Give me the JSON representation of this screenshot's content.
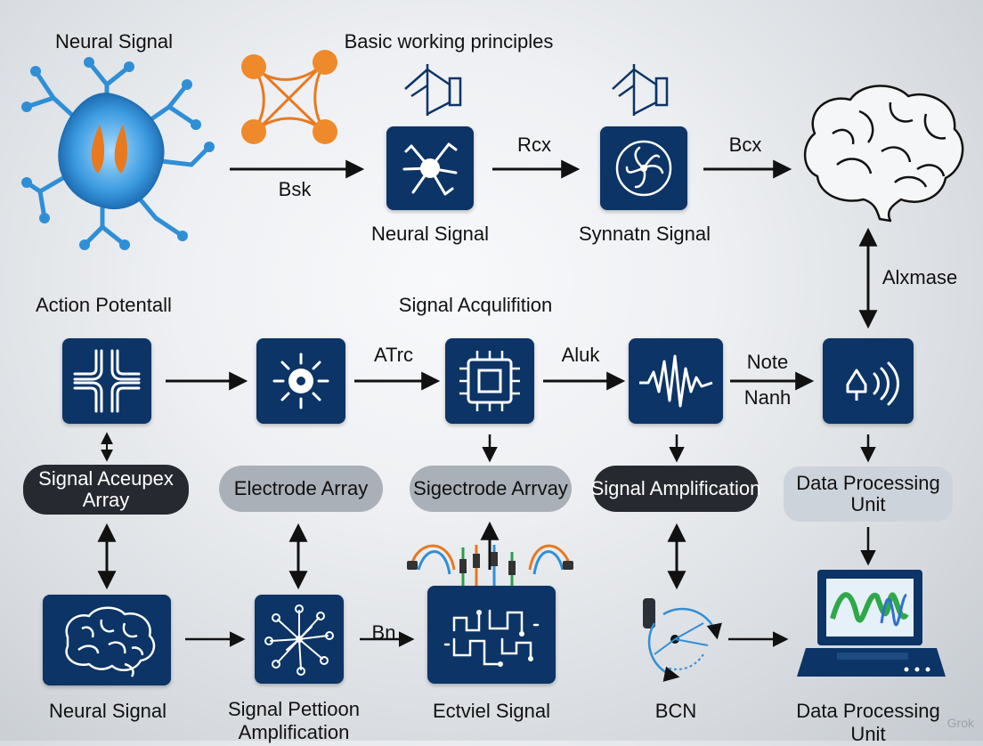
{
  "title": "Basic working principles",
  "labels": {
    "neural_signal_top": "Neural Signal",
    "bsk": "Bsk",
    "rcx": "Rcx",
    "bcx": "Bcx",
    "neural_signal_mid": "Neural Signal",
    "synaptic_signal": "Synnatn Signal",
    "alxmase": "Alxmase",
    "action_potential": "Action Potentall",
    "signal_acquisition": "Signal Acqulifition",
    "atrc": "ATrc",
    "aluk": "Aluk",
    "note": "Note",
    "nanh": "Nanh",
    "bn": "Bn",
    "bottom_neural_signal": "Neural Signal",
    "bottom_signal_petition_1": "Signal Pettioon",
    "bottom_signal_petition_2": "Amplification",
    "bottom_ectviel_signal": "Ectviel Signal",
    "bottom_bcn": "BCN",
    "bottom_data_processing_1": "Data Processing",
    "bottom_data_processing_2": "Unit"
  },
  "pills": {
    "signal_aceupex_1": "Signal Aceupex",
    "signal_aceupex_2": "Array",
    "electrode_array": "Electrode Array",
    "sigectrode_array": "Sigectrode Arrvay",
    "signal_amplification": "Signal Amplification",
    "data_processing_1": "Data Processing",
    "data_processing_2": "Unit"
  },
  "icons": {
    "neuron_cell": "neuron-cell-icon",
    "molecule": "molecule-icon",
    "speaker_a": "speaker-icon",
    "speaker_b": "speaker-icon",
    "neuron_box": "neuron-icon",
    "synapse_box": "synapse-spiral-icon",
    "brain_outline": "brain-icon",
    "crossroad_box": "crossroad-icon",
    "sun_box": "radial-node-icon",
    "chip_box": "microchip-icon",
    "waveform_box": "waveform-icon",
    "signal_box": "wireless-signal-icon",
    "brain_box": "brain-icon",
    "dots_box": "radial-dots-icon",
    "electrode_array": "electrode-circuit-icon",
    "particle": "particle-icon",
    "laptop": "laptop-waveform-icon"
  },
  "colors": {
    "box_fill": "#0c3466",
    "icon_line": "#ffffff",
    "neuron_blue": "#2f8fd6",
    "neuron_orange": "#e8791f",
    "arrow": "#111111"
  },
  "watermark": "Grok"
}
